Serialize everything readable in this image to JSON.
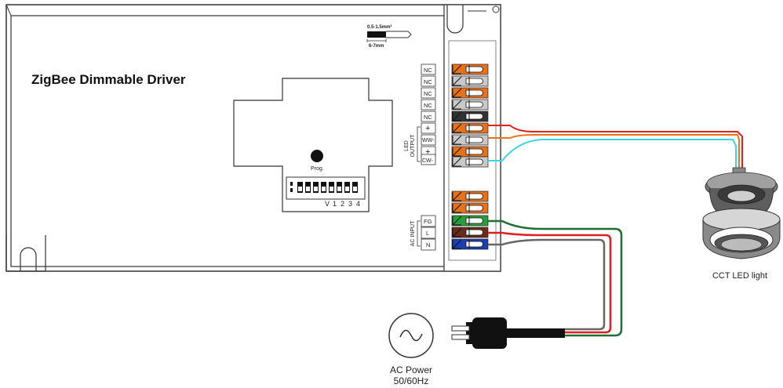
{
  "driver": {
    "title": "ZigBee Dimmable Driver",
    "prog_label": "Prog.",
    "dip_labels": [
      "V",
      "1",
      "2",
      "3",
      "4"
    ],
    "wire_spec": {
      "gauge": "0.5-1.5mm²",
      "strip": "6-7mm"
    }
  },
  "terminals": {
    "nc": [
      "NC",
      "NC",
      "NC",
      "NC",
      "NC"
    ],
    "led_output_label": [
      "LED",
      "OUTPUT"
    ],
    "led_output": [
      "+",
      "WW-",
      "+",
      "CW-"
    ],
    "ac_input_label": "AC INPUT",
    "ac_input": [
      "FG",
      "L",
      "N"
    ]
  },
  "colors": {
    "orange": "#e8711c",
    "grey": "#c9c9c9",
    "dark": "#333333",
    "green": "#2a9d3c",
    "brown": "#6b2a1a",
    "blue": "#1c3fb0",
    "wire_red": "#e02020",
    "wire_orange": "#e8741c",
    "wire_cyan": "#3fd3e6",
    "wire_green": "#1f6e35",
    "wire_grey": "#666666"
  },
  "led_light": {
    "label": "CCT LED light",
    "icon": "downlight-icon"
  },
  "ac_power": {
    "label_line1": "AC Power",
    "label_line2": "50/60Hz",
    "icon": "ac-sine-icon"
  }
}
